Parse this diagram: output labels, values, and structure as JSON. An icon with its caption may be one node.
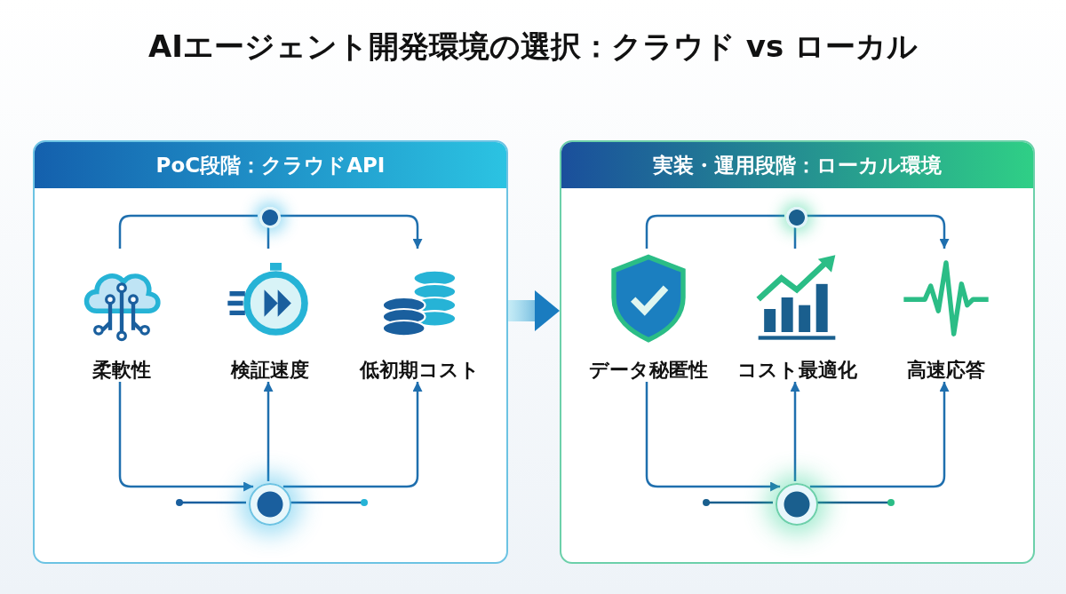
{
  "diagram": {
    "title": "AIエージェント開発環境の選択：クラウド vs ローカル",
    "nodes": [
      {
        "text": [
          "PoC段階：クラウドAPI"
        ]
      },
      {
        "text": [
          "柔軟性"
        ],
        "in": 0
      },
      {
        "text": [
          "検証速度"
        ],
        "in": 0
      },
      {
        "text": [
          "低初期コスト"
        ],
        "in": 0
      },
      {
        "text": [],
        "shape": "circle",
        "in": 0
      },
      {
        "text": [],
        "shape": "circle",
        "in": 0
      },
      {
        "text": [
          "実装・運用段階：ローカル環境"
        ]
      },
      {
        "text": [
          "データ秘匿性"
        ],
        "in": 6
      },
      {
        "text": [
          "コスト最適化"
        ],
        "in": 6
      },
      {
        "text": [
          "高速応答"
        ],
        "in": 6
      },
      {
        "text": [],
        "shape": "circle",
        "in": 6
      },
      {
        "text": [],
        "shape": "circle",
        "in": 6
      }
    ],
    "edges": [
      {
        "from": 0,
        "to": 6,
        "arrow": "to",
        "style": "thick"
      },
      {
        "from": 1,
        "to": 4,
        "arrow": "none"
      },
      {
        "from": 4,
        "to": 3,
        "arrow": "to"
      },
      {
        "from": 2,
        "to": 4,
        "arrow": "none"
      },
      {
        "from": 1,
        "to": 5,
        "arrow": "to"
      },
      {
        "from": 5,
        "to": 2,
        "arrow": "to"
      },
      {
        "from": 5,
        "to": 3,
        "arrow": "to"
      },
      {
        "from": 7,
        "to": 10,
        "arrow": "none"
      },
      {
        "from": 10,
        "to": 9,
        "arrow": "to"
      },
      {
        "from": 8,
        "to": 10,
        "arrow": "none"
      },
      {
        "from": 7,
        "to": 11,
        "arrow": "to"
      },
      {
        "from": 11,
        "to": 8,
        "arrow": "to"
      },
      {
        "from": 11,
        "to": 9,
        "arrow": "to"
      }
    ]
  }
}
